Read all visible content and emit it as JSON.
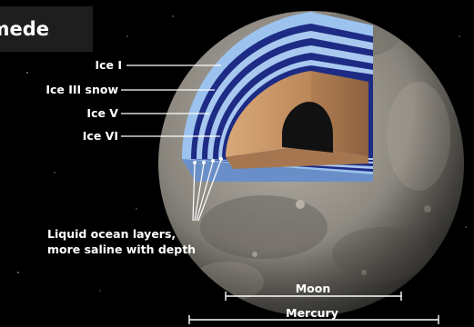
{
  "title": "Ganymede",
  "ice_layers": [
    "Ice I",
    "Ice III snow",
    "Ice V",
    "Ice VI"
  ],
  "ocean_label": [
    "Liquid ocean layers,",
    "more saline with depth"
  ],
  "scale_bars": {
    "moon": "Moon",
    "mercury": "Mercury"
  },
  "colors": {
    "background": "#000000",
    "ice": "#8fb8e8",
    "ocean": "#1c2a80",
    "rock_mantle": "#c8956a",
    "core": "#141414",
    "surface": "#8d8a83",
    "text": "#ffffff"
  }
}
